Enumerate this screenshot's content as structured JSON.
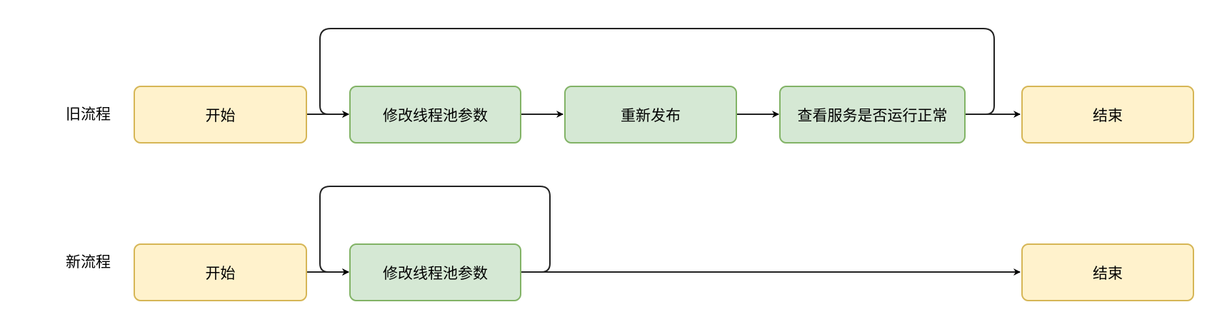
{
  "old_flow": {
    "label": "旧流程",
    "nodes": [
      "开始",
      "修改线程池参数",
      "重新发布",
      "查看服务是否运行正常",
      "结束"
    ]
  },
  "new_flow": {
    "label": "新流程",
    "nodes": [
      "开始",
      "修改线程池参数",
      "结束"
    ]
  },
  "colors": {
    "terminal_fill": "#fff2cc",
    "terminal_stroke": "#d6b656",
    "step_fill": "#d5e8d4",
    "step_stroke": "#82b366",
    "edge": "#000000"
  }
}
